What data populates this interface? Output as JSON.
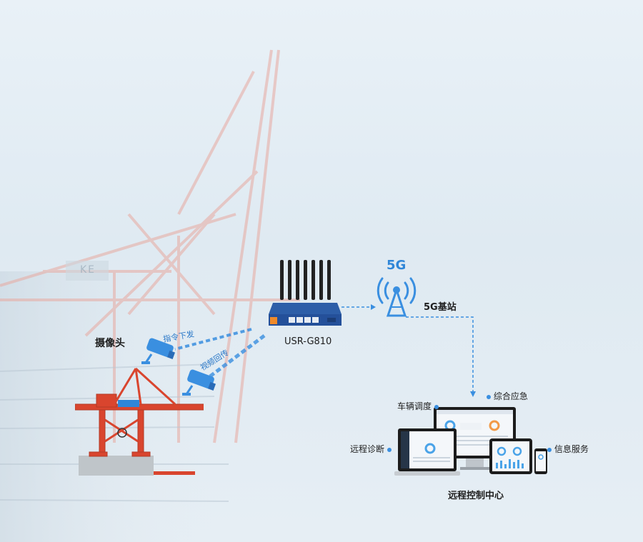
{
  "diagram": {
    "camera_label": "摄像头",
    "command_label": "指令下发",
    "video_label": "视频回传",
    "router_label": "USR-G810",
    "bs_label": "5G基站",
    "bs_badge": "5G",
    "control_label": "远程控制中心",
    "feature_vehicle": "车辆调度",
    "feature_emergency": "综合应急",
    "feature_diagnosis": "远程诊断",
    "feature_info": "信息服务",
    "bg_sign": "KE"
  },
  "colors": {
    "accent_blue": "#2f86d8",
    "crane_red": "#d9452e",
    "router_blue": "#24509a",
    "router_orange": "#f08a2a"
  }
}
